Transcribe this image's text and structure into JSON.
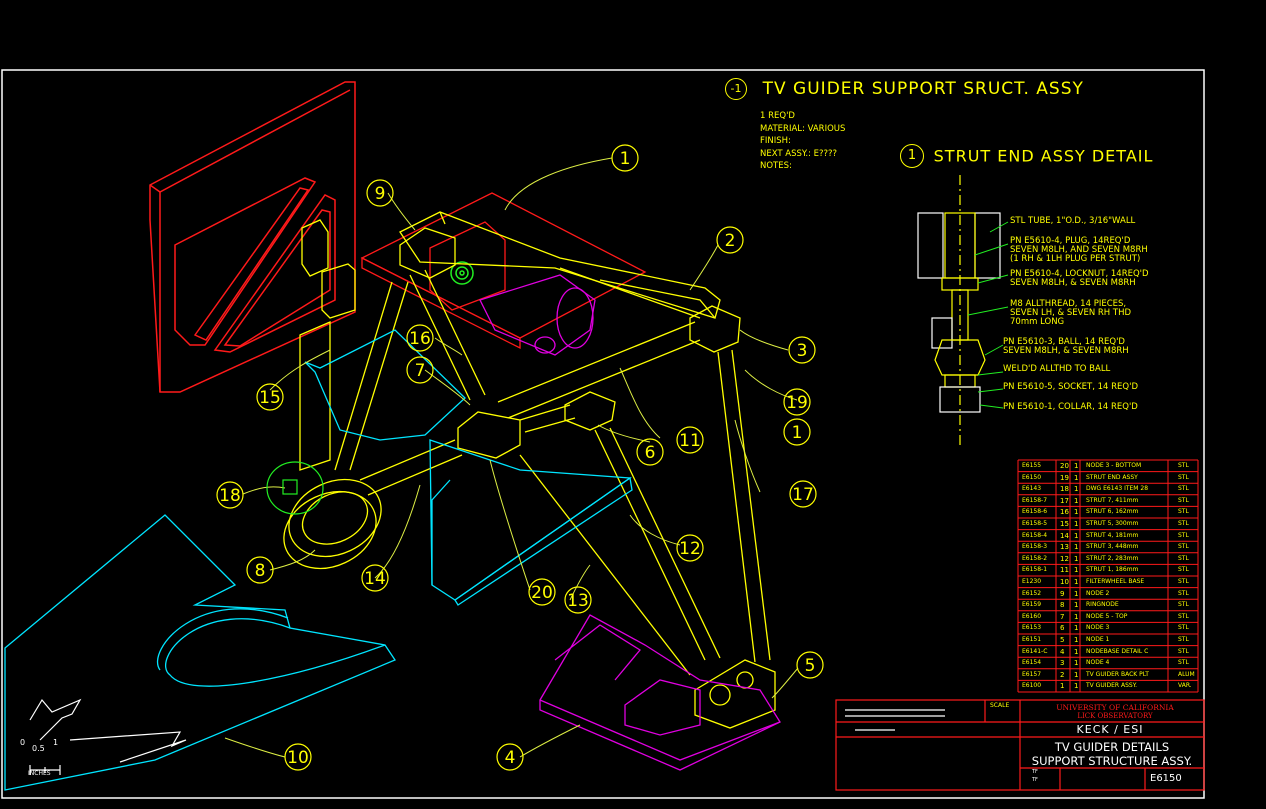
{
  "colors": {
    "background": "#000000",
    "border": "#ffffff",
    "yellow": "#ffff00",
    "red": "#ff1a1a",
    "cyan": "#00e5ff",
    "magenta": "#e000e0",
    "green": "#22ee22",
    "white": "#ffffff"
  },
  "title_main": {
    "marker": "-1",
    "text": "TV GUIDER SUPPORT SRUCT. ASSY",
    "notes": [
      "1 REQ'D",
      "MATERIAL: VARIOUS",
      "FINISH:",
      "NEXT ASSY.: E????",
      "NOTES:"
    ]
  },
  "detail": {
    "marker": "1",
    "title": "STRUT END ASSY DETAIL",
    "callouts": [
      "STL TUBE, 1\"O.D., 3/16\"WALL",
      "PN E5610-4, PLUG, 14REQ'D",
      "SEVEN M8LH, AND SEVEN M8RH",
      "(1 RH & 1LH PLUG PER STRUT)",
      "PN E5610-4, LOCKNUT, 14REQ'D",
      "SEVEN M8LH, & SEVEN M8RH",
      "M8 ALLTHREAD, 14 PIECES,",
      "SEVEN LH, & SEVEN RH THD",
      "70mm LONG",
      "PN E5610-3, BALL, 14 REQ'D",
      "SEVEN M8LH, & SEVEN M8RH",
      "WELD'D ALLTHD TO BALL",
      "PN E5610-5, SOCKET, 14 REQ'D",
      "PN E5610-1, COLLAR, 14 REQ'D"
    ]
  },
  "balloons": [
    "1",
    "2",
    "3",
    "4",
    "5",
    "6",
    "7",
    "8",
    "9",
    "10",
    "11",
    "12",
    "13",
    "14",
    "15",
    "16",
    "17",
    "18",
    "19",
    "20",
    "1"
  ],
  "parts_list": [
    [
      "E6155",
      "20",
      "1",
      "NODE 3 - BOTTOM",
      "STL"
    ],
    [
      "E6150",
      "19",
      "1",
      "STRUT END ASSY",
      "STL"
    ],
    [
      "E6143",
      "18",
      "1",
      "DWG E6143 ITEM 28",
      "STL"
    ],
    [
      "E6158-7",
      "17",
      "1",
      "STRUT 7, 411mm",
      "STL"
    ],
    [
      "E6158-6",
      "16",
      "1",
      "STRUT 6, 162mm",
      "STL"
    ],
    [
      "E6158-5",
      "15",
      "1",
      "STRUT 5, 300mm",
      "STL"
    ],
    [
      "E6158-4",
      "14",
      "1",
      "STRUT 4, 181mm",
      "STL"
    ],
    [
      "E6158-3",
      "13",
      "1",
      "STRUT 3, 448mm",
      "STL"
    ],
    [
      "E6158-2",
      "12",
      "1",
      "STRUT 2, 283mm",
      "STL"
    ],
    [
      "E6158-1",
      "11",
      "1",
      "STRUT 1, 186mm",
      "STL"
    ],
    [
      "E1230",
      "10",
      "1",
      "FILTERWHEEL BASE",
      "STL"
    ],
    [
      "E6152",
      "9",
      "1",
      "NODE 2",
      "STL"
    ],
    [
      "E6159",
      "8",
      "1",
      "RINGNODE",
      "STL"
    ],
    [
      "E6160",
      "7",
      "1",
      "NODE 5 - TOP",
      "STL"
    ],
    [
      "E6153",
      "6",
      "1",
      "NODE 3",
      "STL"
    ],
    [
      "E6151",
      "5",
      "1",
      "NODE 1",
      "STL"
    ],
    [
      "E6141-C",
      "4",
      "1",
      "NODEBASE DETAIL C",
      "STL"
    ],
    [
      "E6154",
      "3",
      "1",
      "NODE 4",
      "STL"
    ],
    [
      "E6157",
      "2",
      "1",
      "TV GUIDER BACK PLT",
      "ALUM"
    ],
    [
      "E6100",
      "1",
      "1",
      "TV GUIDER ASSY.",
      "VAR."
    ]
  ],
  "title_block": {
    "scale_label": "SCALE",
    "org_line1": "UNIVERSITY OF CALIFORNIA",
    "org_line2": "LICK OBSERVATORY",
    "project": "KECK / ESI",
    "drawing_title_1": "TV GUIDER DETAILS",
    "drawing_title_2": "SUPPORT STRUCTURE ASSY.",
    "drawing_number": "E6150",
    "small_1": "TF",
    "small_2": "TF"
  },
  "scale_bar": {
    "ticks": [
      "0",
      "0.5",
      "1"
    ],
    "units": "INCHES"
  }
}
